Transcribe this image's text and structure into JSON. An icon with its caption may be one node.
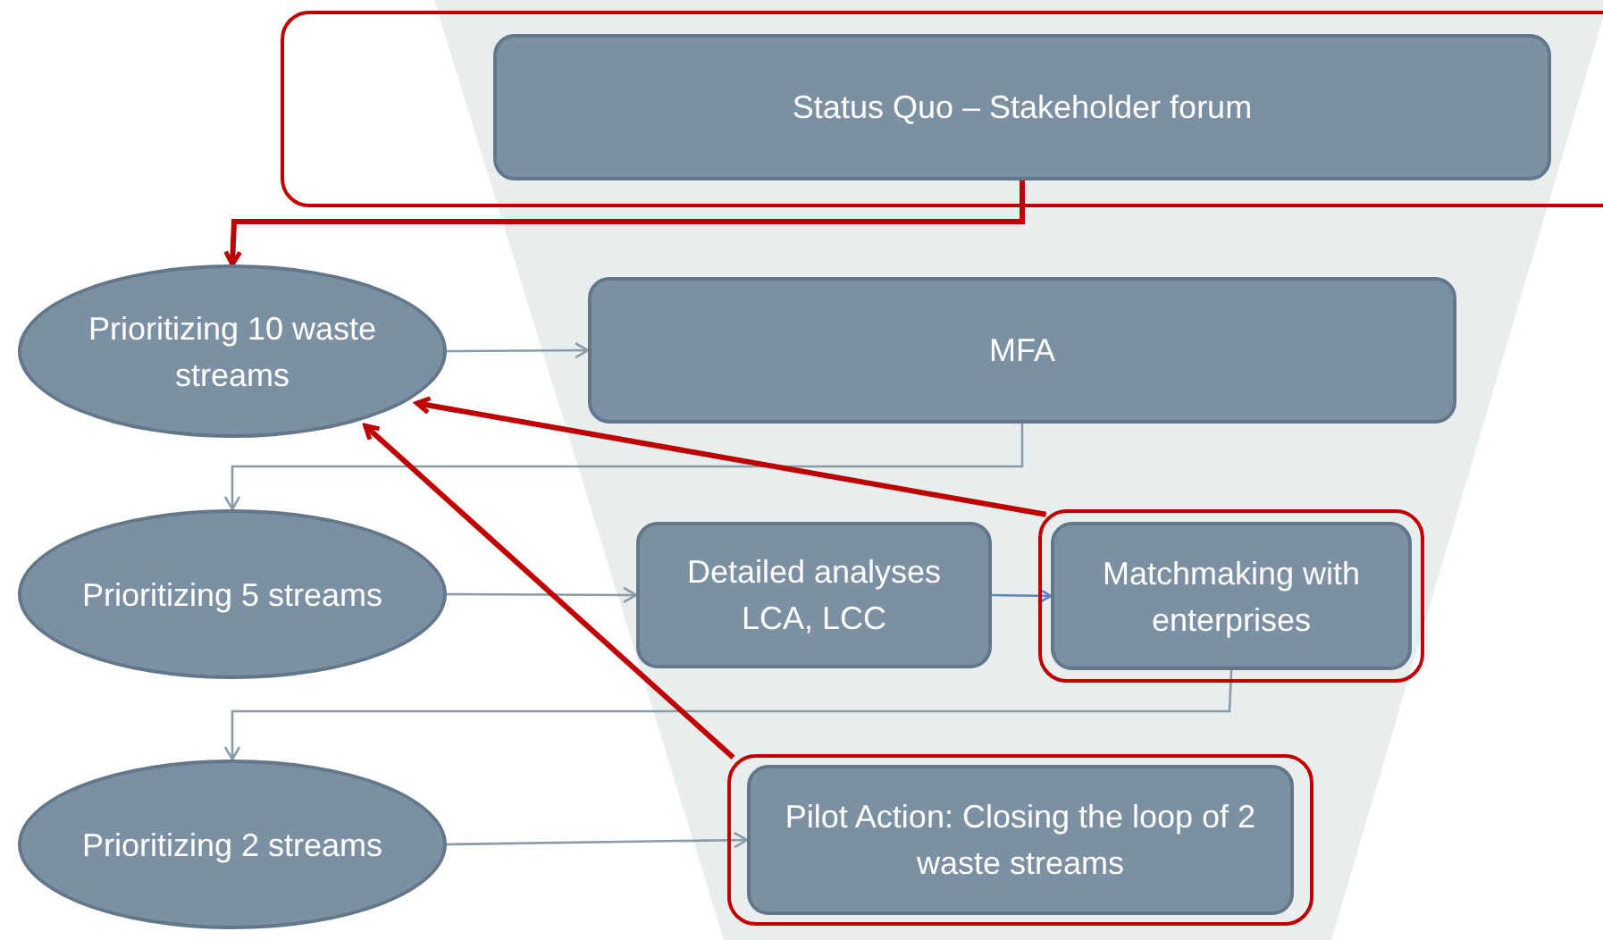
{
  "diagram": {
    "nodes": [
      {
        "text": [],
        "shape": "box"
      },
      {
        "text": [
          "Status Quo – Stakeholder forum"
        ],
        "in": 0
      },
      {
        "text": [
          "Prioritizing 10 waste streams"
        ]
      },
      {
        "text": [
          "MFA"
        ]
      },
      {
        "text": [
          "Prioritizing 5 streams"
        ]
      },
      {
        "text": [
          "Detailed analyses LCA, LCC"
        ]
      },
      {
        "text": [],
        "shape": "box"
      },
      {
        "text": [
          "Matchmaking with enterprises"
        ],
        "in": 6
      },
      {
        "text": [
          "Prioritizing 2 streams"
        ]
      },
      {
        "text": [],
        "shape": "box"
      },
      {
        "text": [
          "Pilot Action: Closing the loop of 2 waste streams"
        ],
        "in": 9
      }
    ],
    "edges": [
      {
        "from": 1,
        "to": 2,
        "arrow": "to",
        "style": "thick",
        "color": "#c00000"
      },
      {
        "from": 2,
        "to": 3,
        "arrow": "to"
      },
      {
        "from": 3,
        "to": 4,
        "arrow": "to"
      },
      {
        "from": 4,
        "to": 5,
        "arrow": "to"
      },
      {
        "from": 5,
        "to": 7,
        "arrow": "to",
        "color": "#5b82c4"
      },
      {
        "from": 7,
        "to": 8,
        "arrow": "to"
      },
      {
        "from": 8,
        "to": 10,
        "arrow": "to"
      },
      {
        "from": 6,
        "to": 2,
        "arrow": "to",
        "style": "thick",
        "color": "#c00000"
      },
      {
        "from": 9,
        "to": 2,
        "arrow": "to",
        "style": "thick",
        "color": "#c00000"
      }
    ]
  }
}
